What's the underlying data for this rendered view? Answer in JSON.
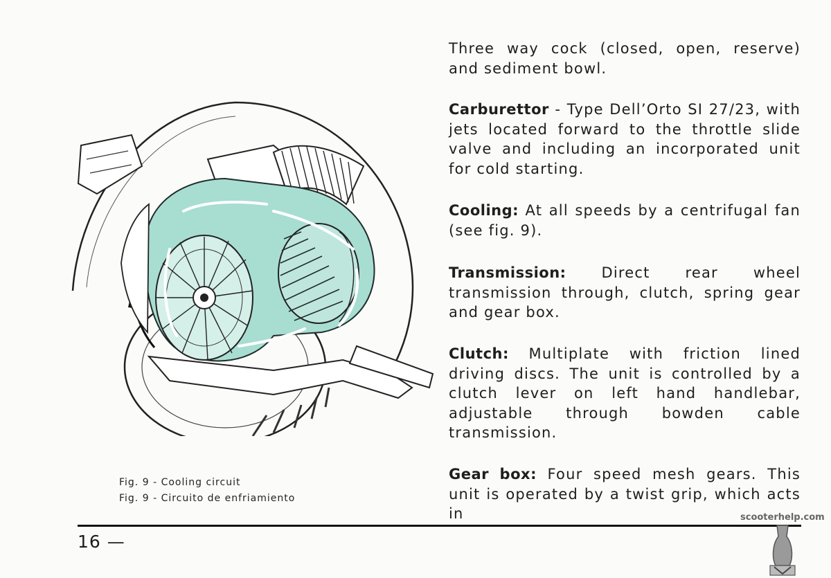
{
  "sections": [
    {
      "heading": "",
      "text": "Three way cock (closed, open, reserve) and sediment bowl."
    },
    {
      "heading": "Carburettor",
      "sep": " - ",
      "text": "Type Dell’Orto SI 27/23, with jets located forward to the throttle slide valve and including an incorporated unit for cold starting."
    },
    {
      "heading": "Cooling",
      "sep": ": ",
      "text": "At all speeds by a centrifugal fan (see fig. 9)."
    },
    {
      "heading": "Transmission",
      "sep": ": ",
      "text": "Direct rear wheel transmission through, clutch, spring gear and gear box."
    },
    {
      "heading": "Clutch",
      "sep": ": ",
      "text": "Multiplate with friction lined driving discs. The unit is controlled by a clutch lever on left hand handlebar, adjustable through bowden cable transmission."
    },
    {
      "heading": "Gear box",
      "sep": ": ",
      "text": "Four speed mesh gears. This unit is operated by a twist grip, which acts in"
    }
  ],
  "figure": {
    "caption_en": "Fig. 9 - Cooling circuit",
    "caption_es": "Fig. 9 - Circuito de enfriamiento",
    "highlight_color": "#a8ddd2"
  },
  "footer": {
    "page_number": "16 —",
    "watermark": "scooterhelp.com"
  }
}
